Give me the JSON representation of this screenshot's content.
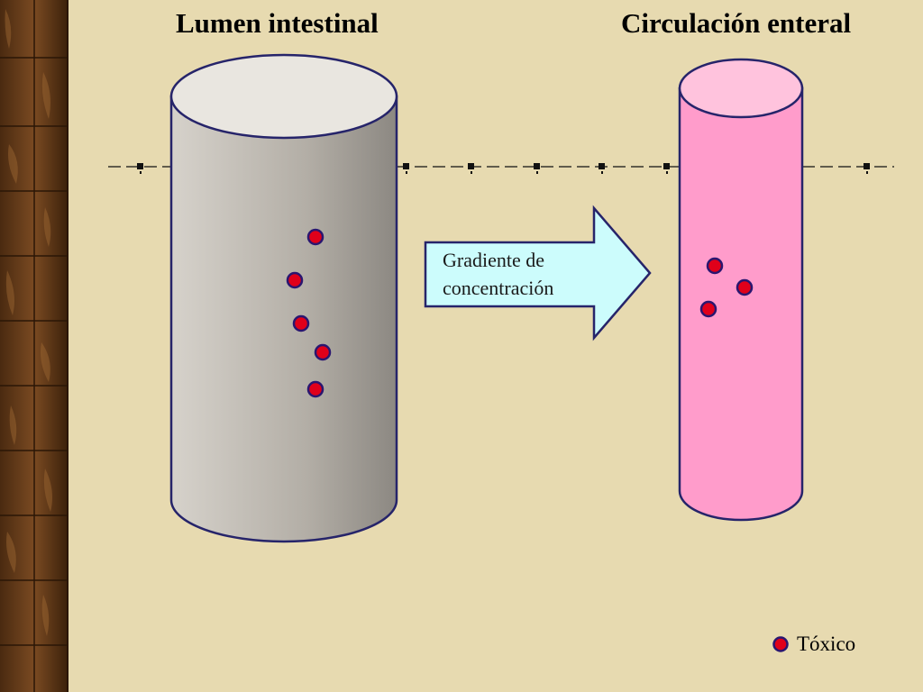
{
  "diagram": {
    "title_left": "Lumen intestinal",
    "title_right": "Circulación enteral",
    "arrow_label": [
      "Gradiente de",
      "concentración"
    ],
    "legend_label": "Tóxico"
  },
  "colors": {
    "background": "#e7dab0",
    "lumen_fill": "#bdb9b2",
    "circulation_fill": "#ff9ccb",
    "circulation_top": "#ffc3dd",
    "arrow_fill": "#ccfcfc",
    "outline": "#26246a",
    "toxic_dot": "#e0001a",
    "dot_outline": "#2a1670"
  }
}
